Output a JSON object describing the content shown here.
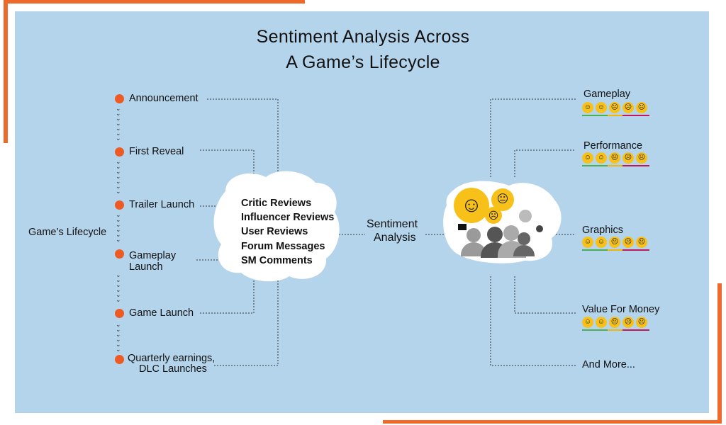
{
  "title": {
    "line1": "Sentiment Analysis Across",
    "line2": "A Game’s Lifecycle"
  },
  "lifecycle": {
    "label": "Game’s Lifecycle",
    "stages": [
      {
        "line1": "Announcement",
        "line2": ""
      },
      {
        "line1": "First Reveal",
        "line2": ""
      },
      {
        "line1": "Trailer Launch",
        "line2": ""
      },
      {
        "line1": "Gameplay",
        "line2": "Launch"
      },
      {
        "line1": "Game Launch",
        "line2": ""
      },
      {
        "line1": "Quarterly earnings,",
        "line2": "DLC Launches"
      }
    ]
  },
  "sources": [
    "Critic Reviews",
    "Influencer Reviews",
    "User Reviews",
    "Forum Messages",
    "SM Comments"
  ],
  "center": {
    "line1": "Sentiment",
    "line2": "Analysis"
  },
  "aspects": [
    {
      "label": "Gameplay",
      "has_rating": true
    },
    {
      "label": "Performance",
      "has_rating": true
    },
    {
      "label": "Graphics",
      "has_rating": true
    },
    {
      "label": "Value For Money",
      "has_rating": true
    },
    {
      "label": "And More...",
      "has_rating": false
    }
  ],
  "rating_faces": [
    "☺",
    "☺",
    "😐",
    "☹",
    "☹"
  ],
  "colors": {
    "frame": "#ee6a2b",
    "panel": "#b4d4ec",
    "dot": "#ee5a24",
    "face": "#f7c11a",
    "underline_positive": "#4caf50",
    "underline_neutral": "#f2b705",
    "underline_negative": "#c2185b"
  }
}
